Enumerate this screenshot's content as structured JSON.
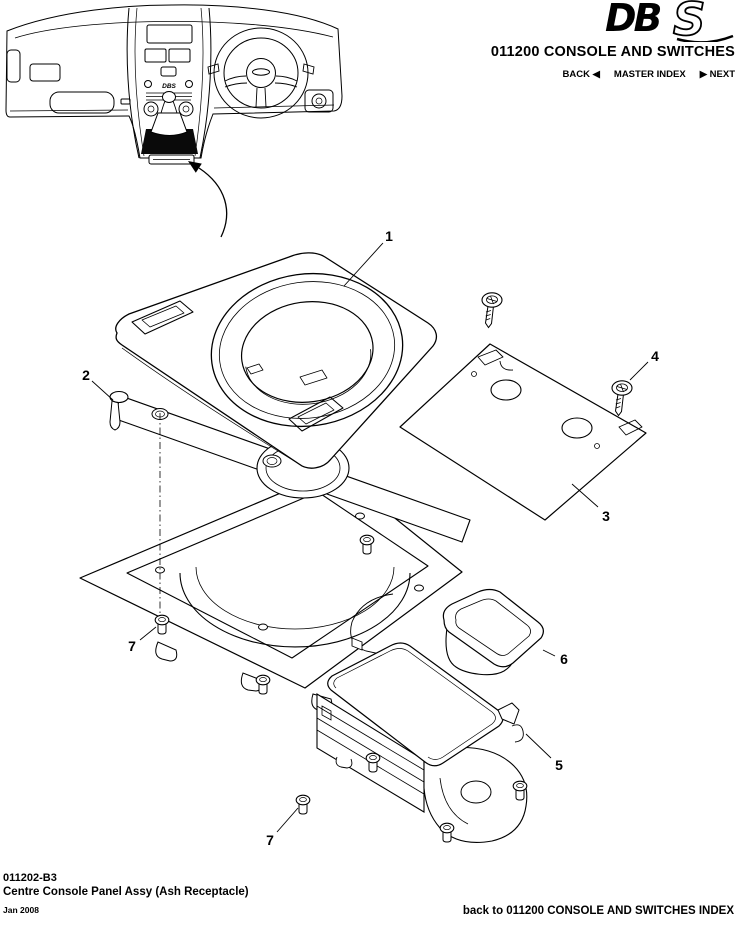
{
  "header": {
    "logo": {
      "db": "DB",
      "s": "S"
    },
    "title": "011200 CONSOLE AND SWITCHES",
    "nav": {
      "back_label": "BACK",
      "back_arrow": "◀",
      "master_index_label": "MASTER INDEX",
      "next_arrow": "▶",
      "next_label": "NEXT"
    }
  },
  "dashboard": {
    "badge": "DBS"
  },
  "diagram": {
    "callouts": [
      {
        "number": "1"
      },
      {
        "number": "2"
      },
      {
        "number": "3"
      },
      {
        "number": "4"
      },
      {
        "number": "5"
      },
      {
        "number": "6"
      },
      {
        "number": "7"
      },
      {
        "number": "7"
      }
    ]
  },
  "footer": {
    "doc_number": "011202-B3",
    "doc_title": "Centre Console Panel Assy (Ash Receptacle)",
    "date": "Jan 2008",
    "back_link": "back to 011200 CONSOLE AND SWITCHES INDEX"
  },
  "colors": {
    "ink": "#000000",
    "paper": "#ffffff"
  }
}
